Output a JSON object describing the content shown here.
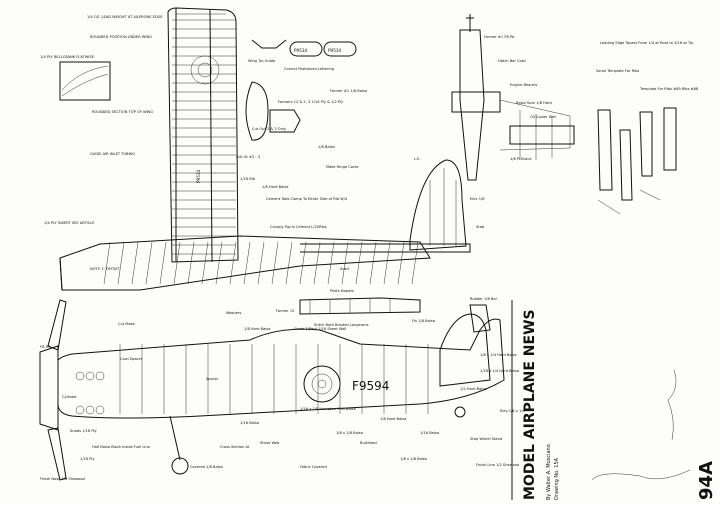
{
  "sheet": {
    "title": "MODEL AIRPLANE NEWS",
    "page_number": "94A",
    "registration": "P9534",
    "registration_fuselage": "F9594"
  },
  "labels": {
    "l1": "1/4 OZ. LEAD WEIGHT AT AILERONS EDGE",
    "l2": "ROUNDED POSITION UNDER WING",
    "l3": "1/4 PLY BELLCRANK FLATWISE",
    "l4": "ROUNDED SECTION TOP OF WING",
    "l5": "GUIDE AIR INLET TUBING",
    "l6": "1/4 PLY INSERT SEE ARTICLE",
    "l7": "NOTE 1\" OFFSET",
    "l8": "Cut Make",
    "l9": "Wing Tip Guide",
    "l10": "Correct Positioned Lettering",
    "l11": "Former #1 1/8 Balsa",
    "l12": "Formers 12 & 2, 3 1/16 Ply & 1/2 Ply",
    "l13": "Cut Out 2 & 3 Only",
    "l14": "Gut Gt #2 : 3",
    "l15": "1/16 Rib",
    "l16": "1/8 Hard Balsa",
    "l17": "Cement Tabs Clamp To Either Side of Rib W/4",
    "l18": "Canopy Top Is Cement L/20Ribs",
    "l19": "Washers",
    "l20": "1/8 Hard Balsa",
    "l21": "Former #1 FB Pb",
    "l22": "Hatch Bar Cowl",
    "l23": "Engine Bearers",
    "l24": "Balsa Spar 1/8 Hard",
    "l25": "Oil Cooler Well",
    "l26": "1/8 Pl Brace",
    "l27": "Leading Edge Tapers From 1/4 at Root to 3/16 at Tip",
    "l28": "Same Template For Ribs",
    "l29": "Template For Ribs #69 Ribs #68",
    "l30": "1/8 Balsa",
    "l31": "Make Hinge Cores",
    "l32": "Elev 1/8",
    "l33": "Stab",
    "l34": "Scarf",
    "l35": "Pilots Dowels",
    "l36": "Stitch Both Bonded Longerons",
    "l37": "Former 12",
    "l38": "Rudder 1/8 Bal",
    "l39": "Fin 1/8 Balsa",
    "l40": "Crush 1/Pent 1/16 Sheet Wall",
    "l41": "Spacer",
    "l42": "1/16 Balsa",
    "l43": "1/16 x 1/8 Hampton Thin Balsa",
    "l44": "1/8 Hard Balsa",
    "l45": "Covered 1/8 Balsa",
    "l46": "Fabric Covered",
    "l47": "1/8 x 1/8 Balsa",
    "l48": "Stop Wheel Stand",
    "l49": "Half Balsa Block Inside Fuel Line",
    "l50": "Finish Line 1/2 Shewood",
    "l51": "L.E.",
    "l52": "Knobs 1/16 Ply",
    "l53": "Cylinder",
    "l54": "1/2 Hard Balsa",
    "l55": "Elev 1/8 x 1/4",
    "l56": "Finish Nose 1/8 Shewood",
    "l57": "Cross Section At",
    "l58": "FB 59",
    "l59": "1/8 x 1/8 Balsa",
    "l60": "1/16 Balsa",
    "l61": "1/16 Ply",
    "l62": "Bulkhead",
    "l63": "Cowl Spacer",
    "l64": "Shear Web",
    "l65": "1/8 x 1/4 Hard Balsa",
    "l66": "1/16 x 1/4 Hard Balsa"
  },
  "side_text": {
    "rotated_credit": "By Walter A. Musciano",
    "rotated_drawing": "Drawing No. 15A"
  },
  "colors": {
    "ink": "#111111",
    "paper": "#fdfdfb"
  }
}
